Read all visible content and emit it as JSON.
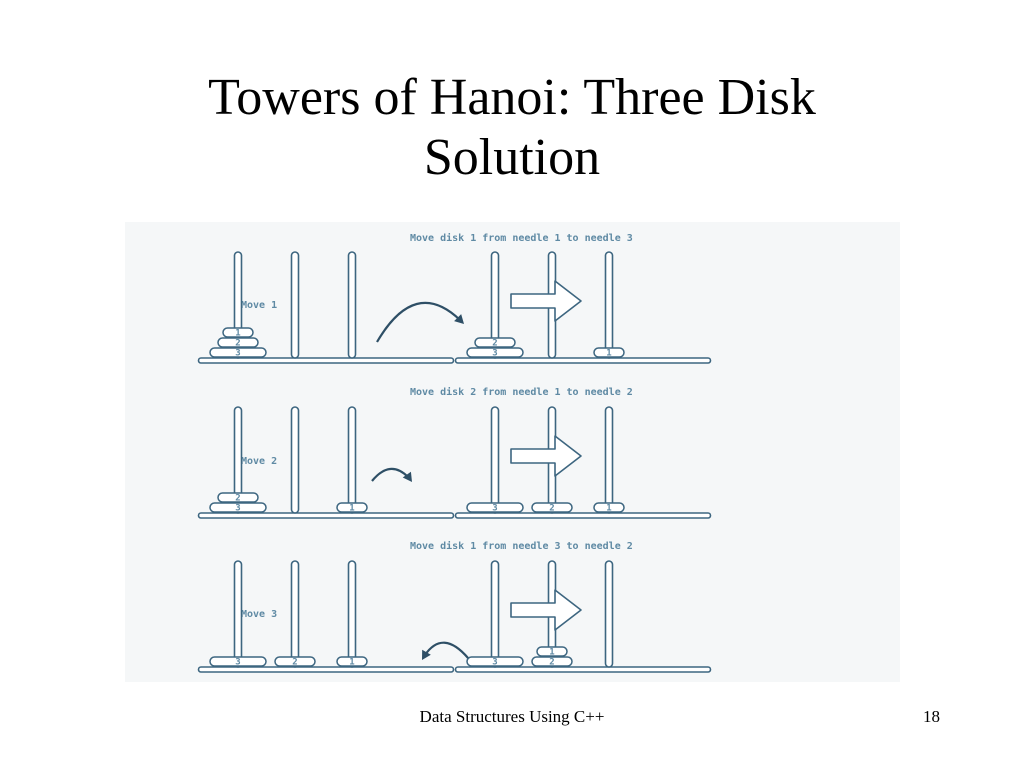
{
  "slide": {
    "title_line1": "Towers of Hanoi: Three Disk",
    "title_line2": "Solution",
    "footer_text": "Data Structures Using C++",
    "page_number": "18"
  },
  "colors": {
    "stroke": "#3d6680",
    "label": "#5f8aa4",
    "arrow_dark": "#2e4f66",
    "panel": "#f5f7f8"
  },
  "moves": [
    {
      "label": "Move 1",
      "caption": "Move disk 1 from needle 1 to needle 3",
      "before": [
        [
          3,
          2,
          1
        ],
        [],
        []
      ],
      "after": [
        [
          3,
          2
        ],
        [],
        [
          1
        ]
      ],
      "curve": "1-3"
    },
    {
      "label": "Move 2",
      "caption": "Move disk 2 from needle 1 to needle 2",
      "before": [
        [
          3,
          2
        ],
        [],
        [
          1
        ]
      ],
      "after": [
        [
          3
        ],
        [
          2
        ],
        [
          1
        ]
      ],
      "curve": "1-2"
    },
    {
      "label": "Move 3",
      "caption": "Move disk 1 from needle 3 to needle 2",
      "before": [
        [
          3
        ],
        [
          2
        ],
        [
          1
        ]
      ],
      "after": [
        [
          3
        ],
        [
          2,
          1
        ],
        []
      ],
      "curve": "3-2"
    }
  ]
}
